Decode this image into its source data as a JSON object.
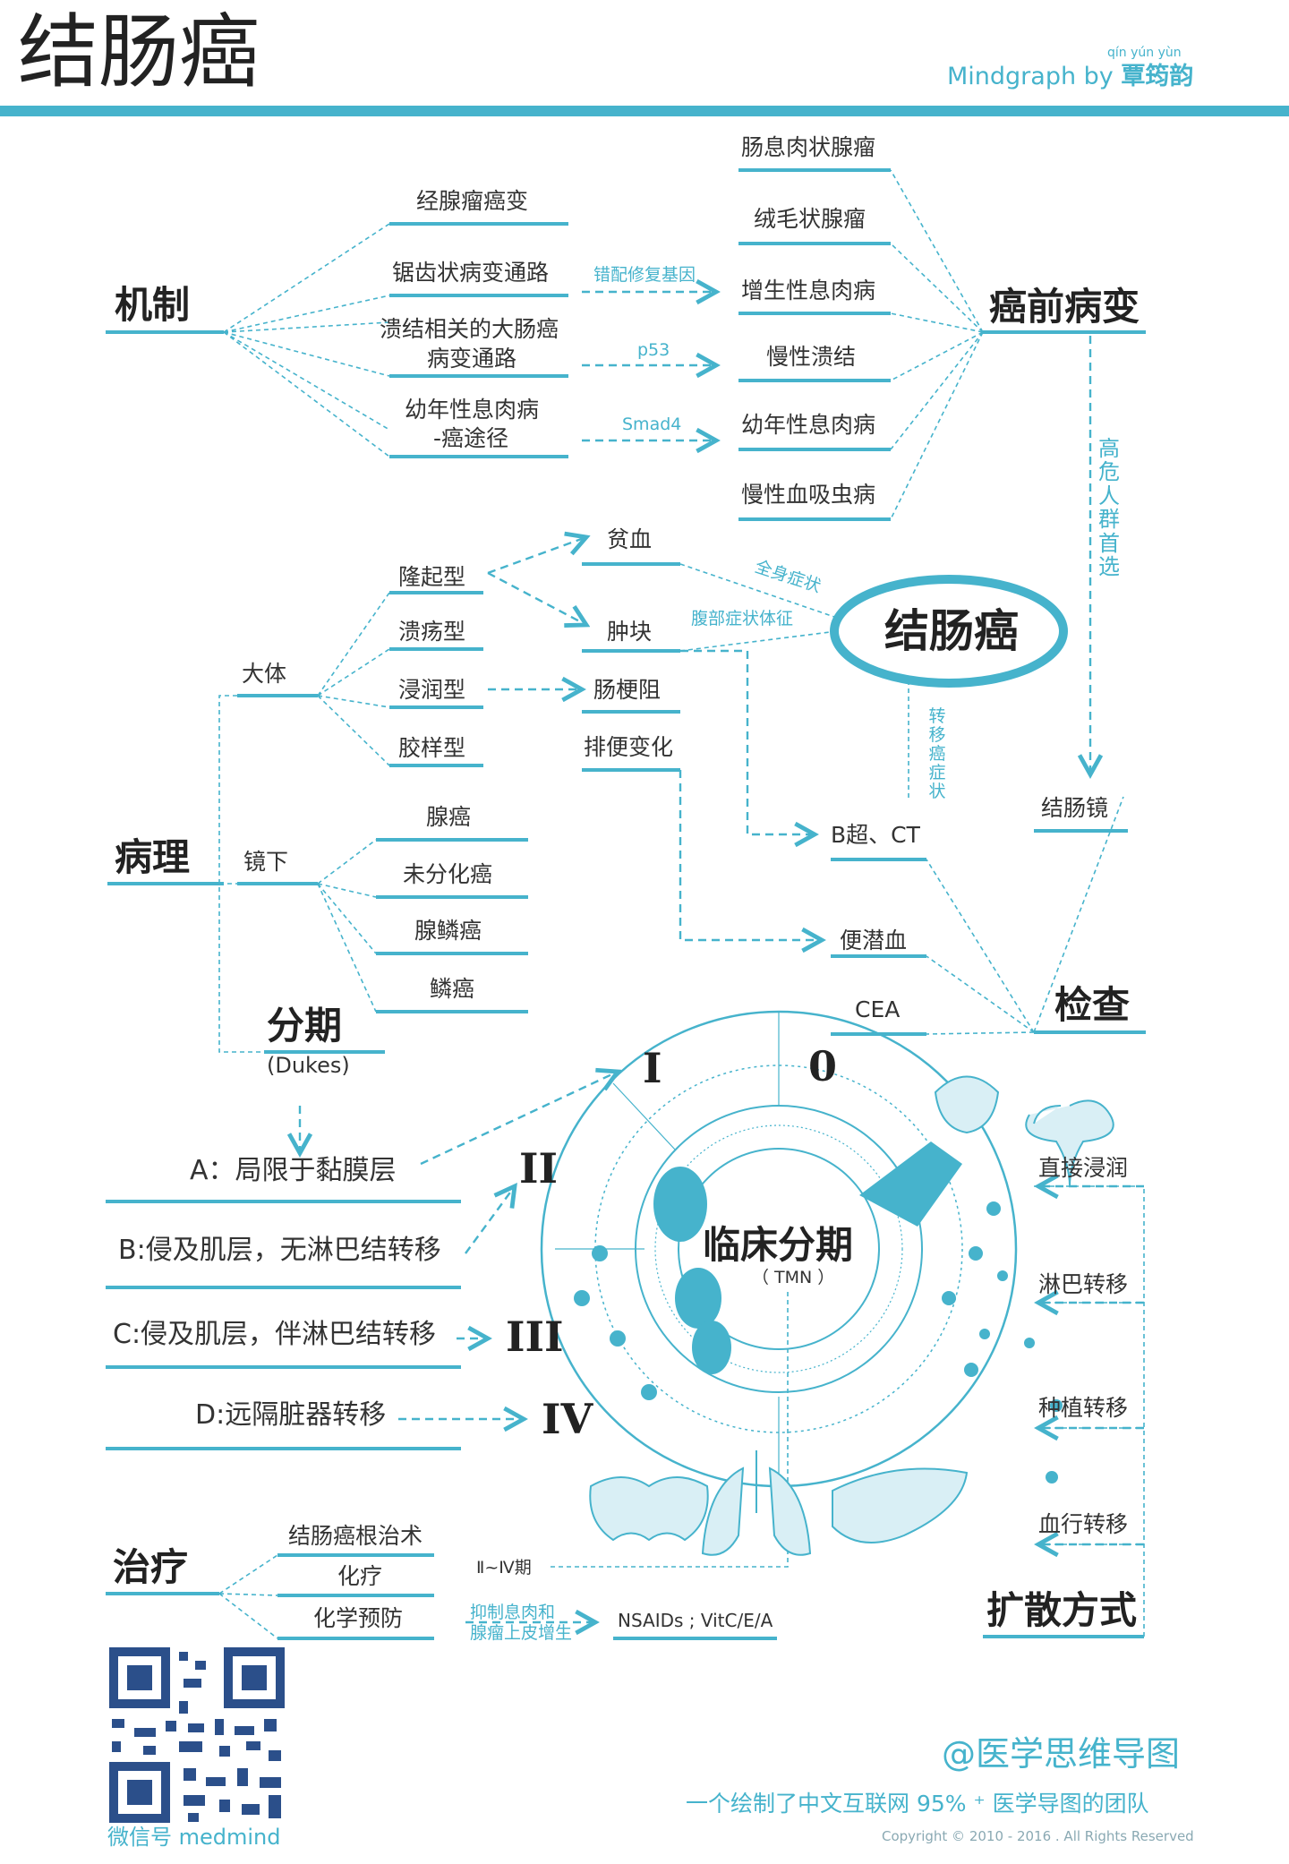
{
  "header": {
    "title": "结肠癌",
    "pinyin": "qín yún yùn",
    "credit_prefix": "Mindgraph by ",
    "credit_name": "覃筠韵"
  },
  "mechanism": {
    "heading": "机制",
    "items": [
      "经腺瘤癌变",
      "锯齿状病变通路",
      "溃结相关的大肠癌",
      "病变通路",
      "幼年性息肉病",
      "-癌途径"
    ],
    "arrows": [
      "错配修复基因",
      "p53",
      "Smad4"
    ]
  },
  "precancer": {
    "heading": "癌前病变",
    "items": [
      "肠息肉状腺瘤",
      "绒毛状腺瘤",
      "增生性息肉病",
      "慢性溃结",
      "幼年性息肉病",
      "慢性血吸虫病"
    ],
    "vertical_note": "高危人群首选"
  },
  "center": {
    "title": "结肠癌",
    "systemic": "全身症状",
    "abdominal": "腹部症状体征",
    "metastasis_note": "转移癌症状"
  },
  "pathology": {
    "heading": "病理",
    "gross": "大体",
    "gross_types": [
      "隆起型",
      "溃疡型",
      "浸润型",
      "胶样型"
    ],
    "symptoms": [
      "贫血",
      "肿块",
      "肠梗阻",
      "排便变化"
    ],
    "micro": "镜下",
    "micro_types": [
      "腺癌",
      "未分化癌",
      "腺鳞癌",
      "鳞癌"
    ]
  },
  "exam": {
    "heading": "检查",
    "items": [
      "结肠镜",
      "B超、CT",
      "便潜血",
      "CEA"
    ]
  },
  "staging": {
    "heading": "分期",
    "sub": "(Dukes)",
    "items": [
      "A：局限于黏膜层",
      "B:侵及肌层，无淋巴结转移",
      "C:侵及肌层，伴淋巴结转移",
      "D:远隔脏器转移"
    ],
    "roman": [
      "I",
      "II",
      "III",
      "IV"
    ],
    "zero": "0",
    "clinical": "临床分期",
    "clinical_sub": "（ TMN ）"
  },
  "spread": {
    "heading": "扩散方式",
    "items": [
      "直接浸润",
      "淋巴转移",
      "种植转移",
      "血行转移"
    ]
  },
  "treatment": {
    "heading": "治疗",
    "items": [
      "结肠癌根治术",
      "化疗",
      "化学预防"
    ],
    "stage_note": "Ⅱ~Ⅳ期",
    "arrow_note_1": "抑制息肉和",
    "arrow_note_2": "腺瘤上皮增生",
    "drugs": "NSAIDs ; VitC/E/A"
  },
  "footer": {
    "brand": "@医学思维导图",
    "slogan": "一个绘制了中文互联网 95% ⁺ 医学导图的团队",
    "copyright": "Copyright © 2010 - 2016 . All Rights Reserved",
    "wechat": "微信号 medmind"
  },
  "colors": {
    "accent": "#46b3cc",
    "text": "#333333"
  }
}
